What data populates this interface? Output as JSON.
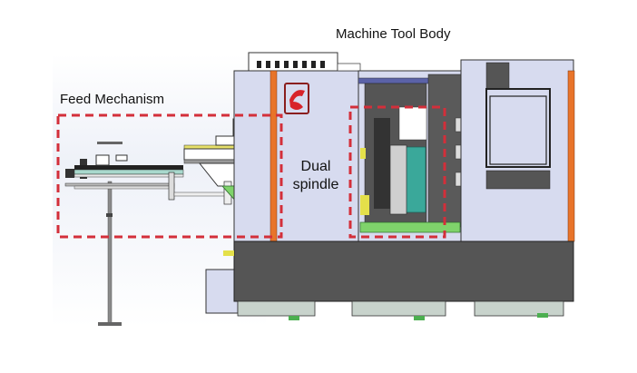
{
  "diagram": {
    "subject": "CNC dual-spindle machine tool with bar feed mechanism (side view)",
    "labels": {
      "machine_tool_body": "Machine Tool Body",
      "feed_mechanism": "Feed Mechanism",
      "dual_spindle_line1": "Dual",
      "dual_spindle_line2": "spindle"
    },
    "callout_boxes": [
      {
        "name": "feed-mechanism-region",
        "style": "dashed",
        "color": "#d32f3a"
      },
      {
        "name": "dual-spindle-region",
        "style": "dashed",
        "color": "#d32f3a"
      }
    ],
    "colors": {
      "panel": "#d7dbef",
      "base": "#555555",
      "accent_orange": "#e8742a",
      "accent_green": "#7fd36b",
      "accent_teal": "#3aa89a",
      "callout_red": "#d32f3a",
      "logo_red": "#d8232a"
    },
    "icons": [
      "company-logo-icon"
    ]
  }
}
